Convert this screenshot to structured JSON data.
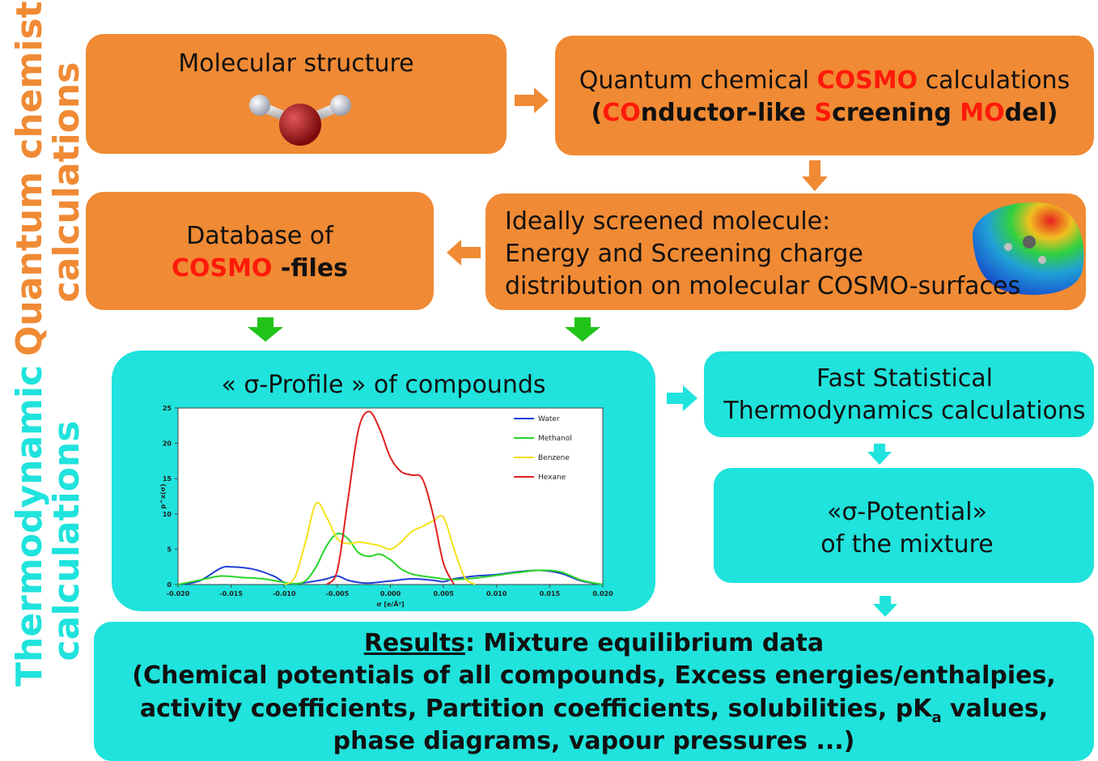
{
  "side_labels": {
    "quantum_line1": "Quantum chemistry",
    "quantum_line2": "calculations",
    "thermo_line1": "Thermodynamic",
    "thermo_line2": "calculations"
  },
  "boxes": {
    "molecular_structure": "Molecular structure",
    "cosmo_calc": {
      "line1_pre": "Quantum chemical ",
      "line1_red": "COSMO",
      "line1_post": " calculations",
      "line2_open": "(",
      "line2_co": "CO",
      "line2_nductor": "nductor-like ",
      "line2_s": "S",
      "line2_creening": "creening ",
      "line2_mo": "MO",
      "line2_del": "del)"
    },
    "database": {
      "line1": "Database of",
      "red": "COSMO",
      "rest": " -files"
    },
    "screened": {
      "line1": "Ideally screened molecule:",
      "line2": "Energy and Screening charge",
      "line3": "distribution on molecular COSMO-surfaces"
    },
    "sigma_profile_title": "« σ-Profile » of compounds",
    "fast_stat": {
      "line1": "Fast Statistical",
      "line2": "Thermodynamics calculations"
    },
    "sigma_potential": {
      "line1": "«σ-Potential»",
      "line2": "of the mixture"
    },
    "results": {
      "label": "Results",
      "line1_rest": ": Mixture equilibrium data",
      "line2": "(Chemical potentials of all compounds, Excess energies/enthalpies,",
      "line3_pre": "activity coefficients, Partition coefficients, solubilities, pK",
      "line3_sub": "a",
      "line3_post": " values,",
      "line4": "phase diagrams, vapour pressures ...)"
    }
  },
  "colors": {
    "orange": "#f08a34",
    "cyan": "#1fe3dc",
    "green_arrow": "#22c41a",
    "red_text": "#ff1a0a"
  },
  "chart_data": {
    "type": "line",
    "xlabel": "σ [e/Å²]",
    "ylabel": "p^x(σ)",
    "xlim": [
      -0.02,
      0.02
    ],
    "ylim": [
      0,
      25
    ],
    "x_ticks": [
      "-0.020",
      "-0.015",
      "-0.010",
      "-0.005",
      "0.000",
      "0.005",
      "0.010",
      "0.015",
      "0.020"
    ],
    "y_ticks": [
      "0",
      "5",
      "10",
      "15",
      "20",
      "25"
    ],
    "legend_position": "top-right",
    "series": [
      {
        "name": "Water",
        "color": "#1f3fd6",
        "x": [
          -0.02,
          -0.018,
          -0.016,
          -0.015,
          -0.013,
          -0.011,
          -0.01,
          -0.009,
          -0.007,
          -0.006,
          -0.005,
          -0.004,
          -0.003,
          -0.002,
          0.0,
          0.002,
          0.004,
          0.005,
          0.006,
          0.008,
          0.01,
          0.012,
          0.014,
          0.016,
          0.018,
          0.02
        ],
        "y": [
          0,
          0.5,
          2.3,
          2.5,
          2.2,
          1.2,
          0.3,
          0.1,
          0.5,
          0.8,
          1.2,
          0.6,
          0.3,
          0.2,
          0.5,
          0.8,
          0.6,
          0.4,
          0.8,
          1.2,
          1.4,
          1.8,
          2.0,
          1.6,
          0.5,
          0
        ]
      },
      {
        "name": "Methanol",
        "color": "#27d627",
        "x": [
          -0.02,
          -0.018,
          -0.016,
          -0.014,
          -0.012,
          -0.01,
          -0.009,
          -0.008,
          -0.007,
          -0.006,
          -0.005,
          -0.004,
          -0.003,
          -0.002,
          -0.001,
          0.0,
          0.001,
          0.002,
          0.003,
          0.004,
          0.005,
          0.006,
          0.008,
          0.01,
          0.012,
          0.014,
          0.016,
          0.018,
          0.02
        ],
        "y": [
          0,
          0.6,
          1.2,
          1.0,
          0.8,
          0.3,
          0.1,
          0.5,
          2.5,
          5.5,
          7.2,
          6.5,
          4.5,
          4.0,
          4.3,
          3.5,
          2.2,
          1.5,
          1.2,
          1.0,
          0.8,
          0.7,
          0.9,
          1.3,
          1.7,
          2.0,
          1.8,
          0.6,
          0
        ]
      },
      {
        "name": "Benzene",
        "color": "#f4e21a",
        "x": [
          -0.01,
          -0.009,
          -0.008,
          -0.007,
          -0.006,
          -0.005,
          -0.004,
          -0.003,
          -0.002,
          -0.001,
          0.0,
          0.001,
          0.002,
          0.003,
          0.004,
          0.005,
          0.006,
          0.007,
          0.008
        ],
        "y": [
          0,
          1.0,
          6.0,
          11.5,
          9.5,
          6.5,
          5.8,
          6.0,
          5.8,
          5.5,
          5.0,
          6.0,
          7.5,
          8.2,
          9.0,
          9.5,
          5.0,
          1.0,
          0
        ]
      },
      {
        "name": "Hexane",
        "color": "#e02020",
        "x": [
          -0.006,
          -0.005,
          -0.004,
          -0.003,
          -0.002,
          -0.001,
          0.0,
          0.001,
          0.002,
          0.003,
          0.004,
          0.005,
          0.006
        ],
        "y": [
          0,
          2.0,
          12.0,
          22.0,
          24.5,
          22.0,
          18.0,
          16.0,
          15.5,
          15.0,
          10.0,
          3.0,
          0
        ]
      }
    ]
  }
}
